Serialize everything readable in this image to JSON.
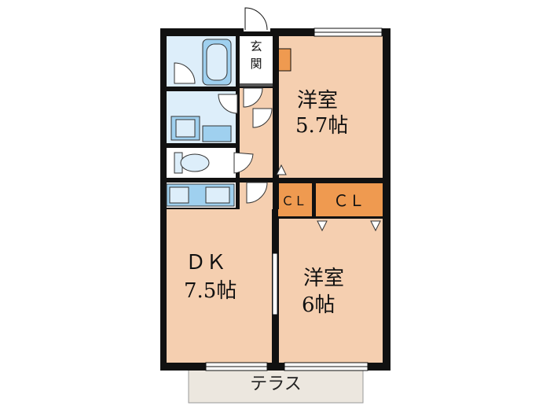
{
  "rooms": {
    "entrance": {
      "line1": "玄",
      "line2": "関"
    },
    "western_room_1": {
      "name": "洋室",
      "size": "5.7帖"
    },
    "western_room_2": {
      "name": "洋室",
      "size": "6帖"
    },
    "dining_kitchen": {
      "name": "ＤＫ",
      "size": "7.5帖"
    },
    "closet_small": {
      "label": "ＣＬ"
    },
    "closet_large": {
      "label": "ＣＬ"
    },
    "terrace": {
      "label": "テラス"
    }
  },
  "colors": {
    "room_floor": "#f5cfb0",
    "wet_area": "#ddeefa",
    "fixture": "#9fd0ef",
    "closet": "#ef9a50",
    "terrace": "#ece7df",
    "wall": "#111111"
  }
}
